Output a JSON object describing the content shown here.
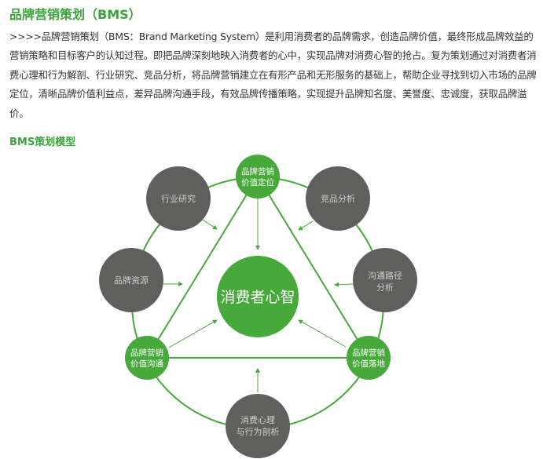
{
  "title": "品牌营销策划（BMS）",
  "paragraph": ">>>>品牌营销策划（BMS：Brand Marketing System）是利用消费者的品牌需求，创造品牌价值，最终形成品牌效益的营销策略和目标客户的认知过程。即把品牌深刻地映入消费者的心中，实现品牌对消费心智的抢占。复为策划通过对消费者消费心理和行为解剖、行业研究、竞品分析，将品牌营销建立在有形产品和无形服务的基础上，帮助企业寻找到切入市场的品牌定位，清晰品牌价值利益点，差异品牌沟通手段，有效品牌传播策略，实现提升品牌知名度、美誉度、忠诚度，获取品牌溢价。",
  "subtitle": "BMS策划模型",
  "diagram": {
    "center": "消费者心智",
    "green_nodes": [
      {
        "line1": "品牌营销",
        "line2": "价值定位"
      },
      {
        "line1": "品牌营销",
        "line2": "价值沟通"
      },
      {
        "line1": "品牌营销",
        "line2": "价值落地"
      }
    ],
    "gray_nodes": [
      {
        "line1": "行业研究",
        "line2": ""
      },
      {
        "line1": "竞品分析",
        "line2": ""
      },
      {
        "line1": "品牌资源",
        "line2": ""
      },
      {
        "line1": "沟通路径",
        "line2": "分析"
      },
      {
        "line1": "消费心理",
        "line2": "与行为剖析"
      }
    ],
    "colors": {
      "green": "#46a93a",
      "gray": "#5f5f5d"
    }
  }
}
